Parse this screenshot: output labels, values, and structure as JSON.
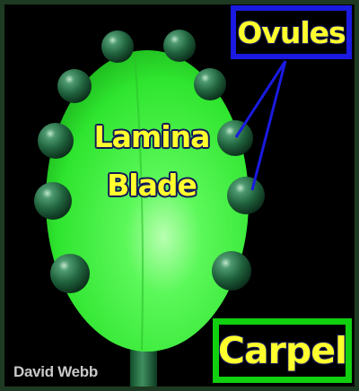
{
  "labels": {
    "ovules": "Ovules",
    "carpel": "Carpel",
    "lamina": "Lamina",
    "blade": "Blade"
  },
  "credit": "David Webb",
  "colors": {
    "background": "#000000",
    "blade": "#3df23d",
    "ovule": "#1f6b45",
    "label_text": "#ffff2e",
    "ovules_border": "#1a1ae0",
    "carpel_border": "#10d010",
    "pointer_lines": "#1a1ae0"
  }
}
